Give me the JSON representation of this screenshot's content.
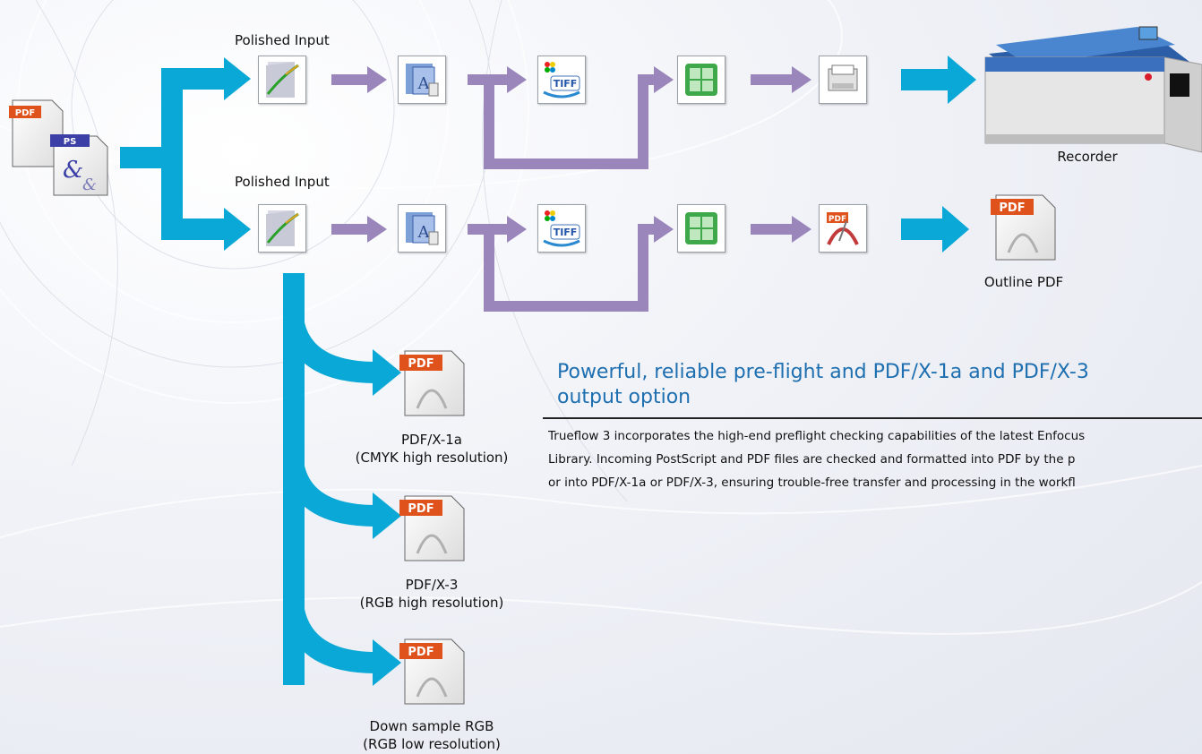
{
  "workflow": {
    "row1": {
      "input_label": "Polished Input",
      "output_label": "Recorder"
    },
    "row2": {
      "input_label": "Polished Input",
      "output_label": "Outline PDF"
    }
  },
  "branches": [
    {
      "line1": "PDF/X-1a",
      "line2": "(CMYK high resolution)"
    },
    {
      "line1": "PDF/X-3",
      "line2": "(RGB high resolution)"
    },
    {
      "line1": "Down sample RGB",
      "line2": "(RGB  low resolution)"
    }
  ],
  "icons": {
    "pdf_badge": "PDF",
    "tiff_badge": "TIFF",
    "ps_badge": "PS"
  },
  "feature": {
    "heading_line1": "Powerful, reliable pre-flight and PDF/X-1a and PDF/X-3",
    "heading_line2": "output option",
    "body_line1": "Trueflow 3 incorporates the high-end preflight checking capabilities of the latest Enfocus",
    "body_line2": "Library. Incoming PostScript and PDF files are checked and formatted into PDF by the p",
    "body_line3": "or into PDF/X-1a or PDF/X-3, ensuring trouble-free transfer and processing in the workfl"
  },
  "colors": {
    "main_arrow": "#0aa8d6",
    "process_arrow": "#9a86bb",
    "heading": "#1e6fb0",
    "pdf_red": "#e0521c"
  }
}
